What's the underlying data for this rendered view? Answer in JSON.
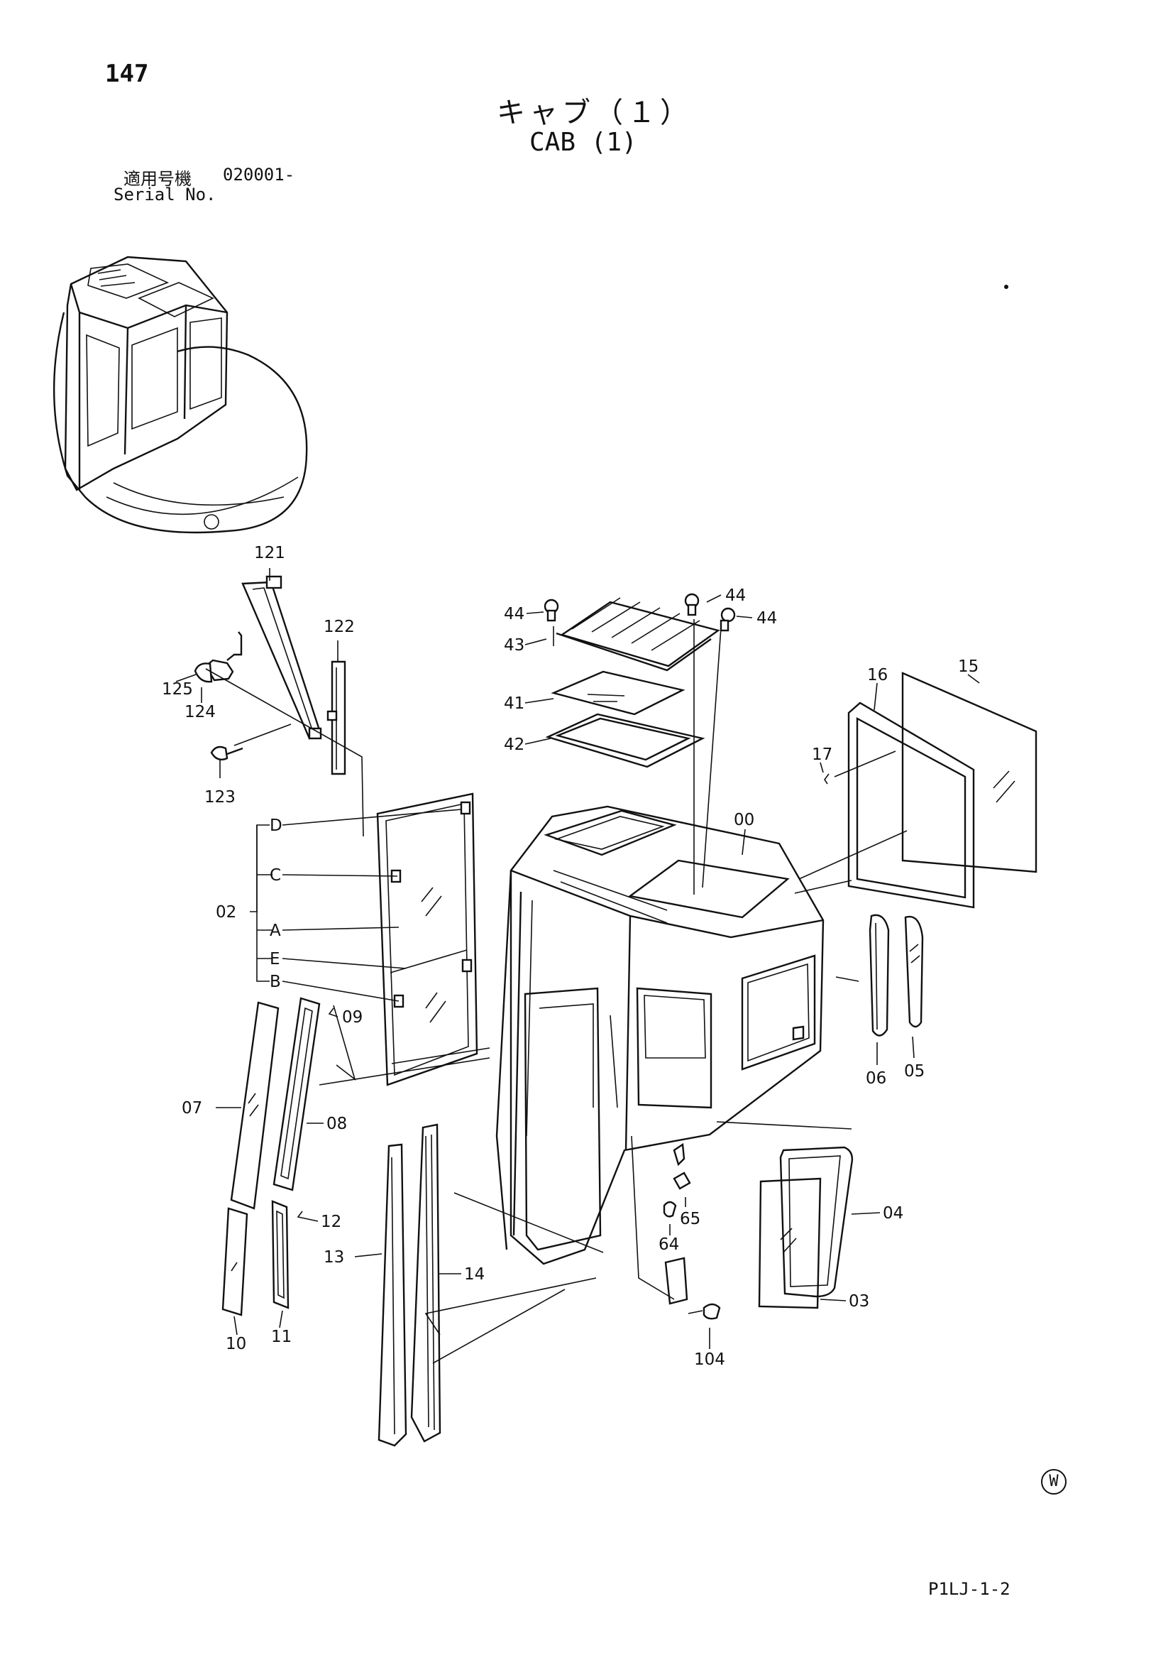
{
  "page": {
    "number": "147",
    "title_jp": "キャブ（１）",
    "title_en": "CAB (1)",
    "serial_label_jp": "適用号機",
    "serial_value": "020001-",
    "serial_label_en": "Serial No.",
    "mark": "W",
    "code": "P1LJ-1-2"
  },
  "callouts": {
    "c121": "121",
    "c122": "122",
    "c125": "125",
    "c124": "124",
    "c123": "123",
    "c44a": "44",
    "c44b": "44",
    "c44c": "44",
    "c43": "43",
    "c41": "41",
    "c42": "42",
    "c16": "16",
    "c15": "15",
    "c17": "17",
    "c00": "00",
    "c02": "02",
    "cD": "D",
    "cC": "C",
    "cA": "A",
    "cE": "E",
    "cB": "B",
    "c09": "09",
    "c07": "07",
    "c08": "08",
    "c12": "12",
    "c13": "13",
    "c14": "14",
    "c10": "10",
    "c11": "11",
    "c06": "06",
    "c05": "05",
    "c04": "04",
    "c03": "03",
    "c65": "65",
    "c64": "64",
    "c104": "104"
  }
}
